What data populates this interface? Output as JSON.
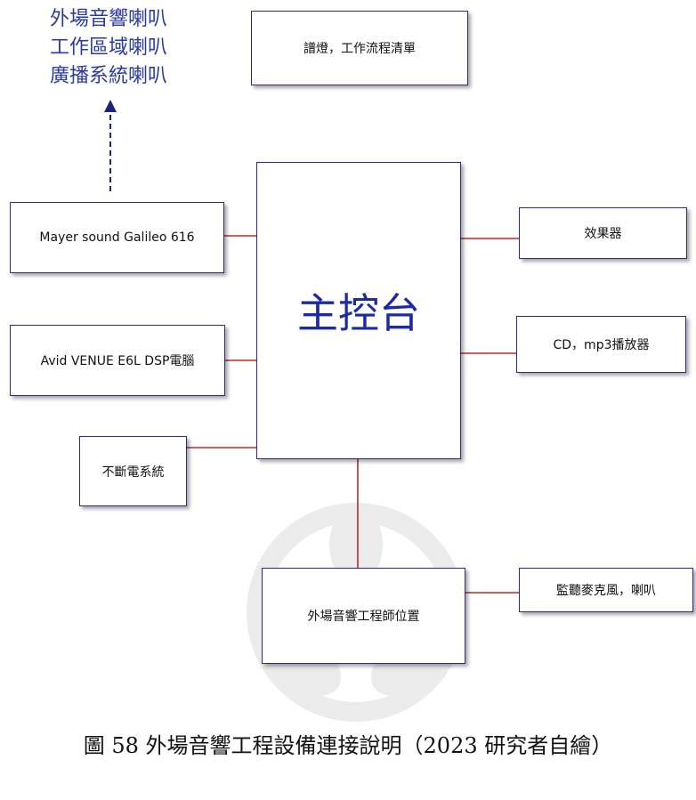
{
  "colors": {
    "box_border": "#2b2b86",
    "connector": "#c0282d",
    "arrow": "#1a237e",
    "speaker_text": "#2a3aa0",
    "main_text": "#1c2aa6",
    "watermark": "#ebebeb"
  },
  "speaker_outputs": [
    "外場音響喇叭",
    "工作區域喇叭",
    "廣播系統喇叭"
  ],
  "boxes": {
    "lighting": "譜燈，工作流程清單",
    "console": "主控台",
    "mayer": "Mayer sound Galileo 616",
    "avid": "Avid VENUE E6L DSP電腦",
    "ups": "不斷電系統",
    "effects": "效果器",
    "cd_player": "CD，mp3播放器",
    "foh_engineer": "外場音響工程師位置",
    "monitor": "監聽麥克風，喇叭"
  },
  "watermark_text": [
    "師",
    "大"
  ],
  "caption": "圖 58 外場音響工程設備連接說明（2023 研究者自繪）"
}
